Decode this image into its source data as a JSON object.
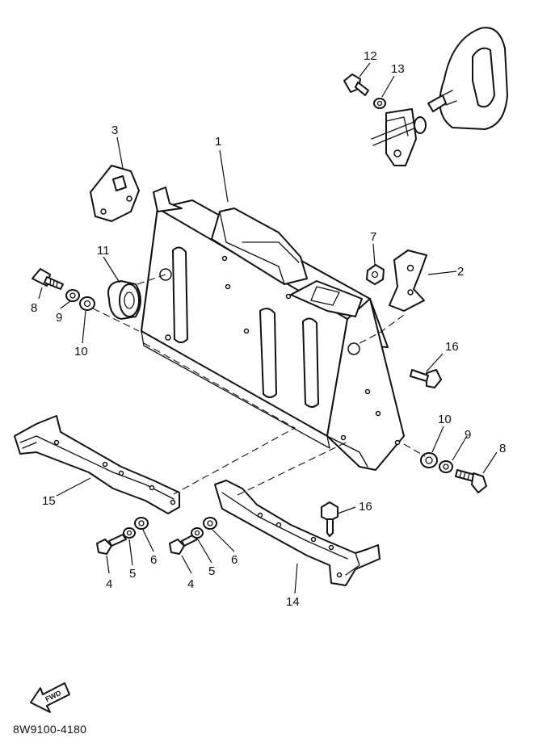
{
  "labels": {
    "p1": "1",
    "p2": "2",
    "p3": "3",
    "p4a": "4",
    "p4b": "4",
    "p5a": "5",
    "p5b": "5",
    "p6a": "6",
    "p6b": "6",
    "p7": "7",
    "p8a": "8",
    "p8b": "8",
    "p9a": "9",
    "p9b": "9",
    "p10a": "10",
    "p10b": "10",
    "p11": "11",
    "p12": "12",
    "p13": "13",
    "p14": "14",
    "p15": "15",
    "p16a": "16",
    "p16b": "16"
  },
  "fwd_label": "FWD",
  "diagram_code": "8W9100-4180",
  "fwd_icon": "fwd-arrow-icon"
}
